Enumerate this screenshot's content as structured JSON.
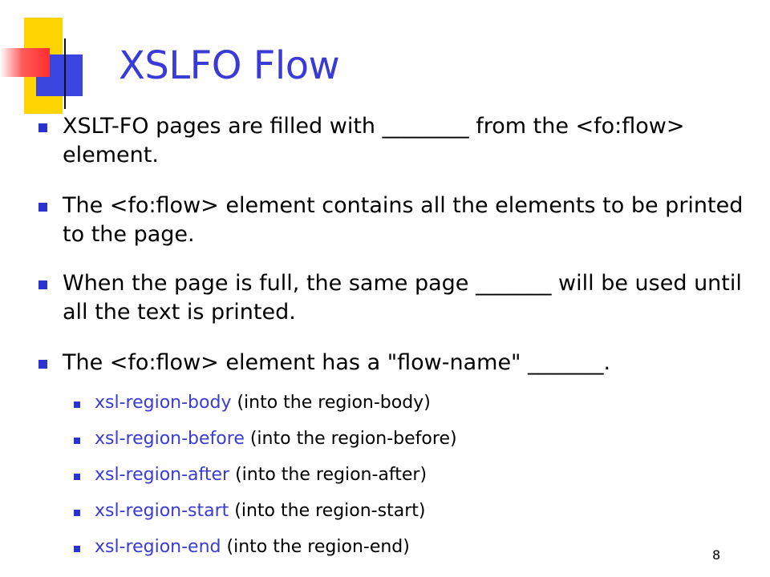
{
  "title": "XSLFO Flow",
  "accent_color": "#3a3ad6",
  "bullets": [
    {
      "text": "XSLT-FO pages are filled with ________ from the <fo:flow> element."
    },
    {
      "text": "The <fo:flow> element contains all the elements to be printed to the page."
    },
    {
      "text": "When the page is full, the same page _______ will be used until all the text is printed."
    },
    {
      "text": "The <fo:flow> element has a \"flow-name\" _______."
    }
  ],
  "sub_bullets": [
    {
      "value": "xsl-region-body",
      "note": " (into the region-body)"
    },
    {
      "value": "xsl-region-before",
      "note": " (into the region-before)"
    },
    {
      "value": "xsl-region-after",
      "note": " (into the region-after)"
    },
    {
      "value": "xsl-region-start",
      "note": " (into the region-start)"
    },
    {
      "value": "xsl-region-end",
      "note": " (into the region-end)"
    }
  ],
  "page_number": "8"
}
